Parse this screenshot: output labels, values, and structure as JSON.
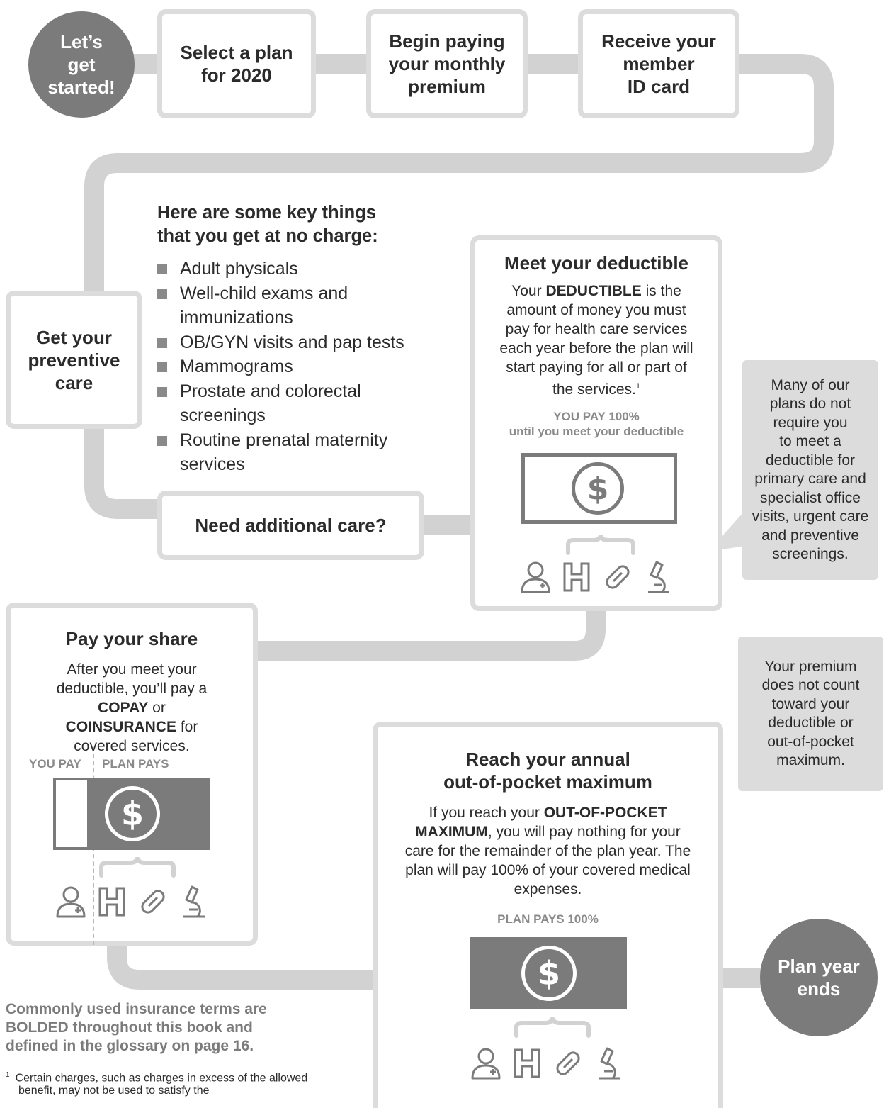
{
  "start_label": "Let’s\nget\nstarted!",
  "steps": {
    "select_plan": "Select a plan\nfor 2020",
    "begin_paying": "Begin paying\nyour monthly\npremium",
    "receive_card": "Receive your\nmember\nID card",
    "preventive": "Get your\npreventive\ncare",
    "additional": "Need additional care?"
  },
  "no_charge": {
    "heading": "Here are some key things\nthat you get at no charge:",
    "items": [
      "Adult physicals",
      "Well-child exams and immunizations",
      "OB/GYN visits and pap tests",
      "Mammograms",
      "Prostate and colorectal screenings",
      "Routine prenatal maternity services"
    ]
  },
  "deductible": {
    "title": "Meet your deductible",
    "body_before": "Your ",
    "body_term": "DEDUCTIBLE",
    "body_after": " is the amount of money you must pay for health care services each year before the plan will start paying for all or part of the services.",
    "footnote_mark": "1",
    "caption": "YOU PAY 100%\nuntil you meet your deductible"
  },
  "note_deductible": "Many of our\nplans do not\nrequire you\nto meet a\ndeductible for\nprimary care and\nspecialist office\nvisits, urgent care\nand preventive\nscreenings.",
  "note_premium": "Your premium\ndoes not count\ntoward your\ndeductible or\nout-of-pocket\nmaximum.",
  "share": {
    "title": "Pay your share",
    "body_1": "After you meet your deductible, you’ll pay a ",
    "term_1": "COPAY",
    "body_2": " or ",
    "term_2": "COINSURANCE",
    "body_3": " for covered services.",
    "you_pay": "YOU PAY",
    "plan_pays": "PLAN PAYS"
  },
  "oop": {
    "title": "Reach your annual\nout-of-pocket maximum",
    "body_1": "If you reach your ",
    "term": "OUT-OF-POCKET MAXIMUM",
    "body_2": ", you will pay nothing for your care for the remainder of the plan year. The plan will pay 100% of your covered medical expenses.",
    "caption": "PLAN PAYS 100%"
  },
  "end_label": "Plan year\nends",
  "dollar_sign": "$",
  "bolded_note": "Commonly used insurance terms are BOLDED throughout this book and defined in the glossary on page 16.",
  "footnote": {
    "mark": "1",
    "text": "Certain charges, such as charges in excess of the allowed benefit, may not be used to satisfy the"
  },
  "icons": [
    "doctor-icon",
    "hospital-icon",
    "pill-icon",
    "microscope-icon"
  ],
  "colors": {
    "connector": "#d2d2d2",
    "box_border": "#dcdcdc",
    "dark_gray": "#7b7b7b",
    "text": "#2b2b2b",
    "caption": "#8a8a8a"
  }
}
